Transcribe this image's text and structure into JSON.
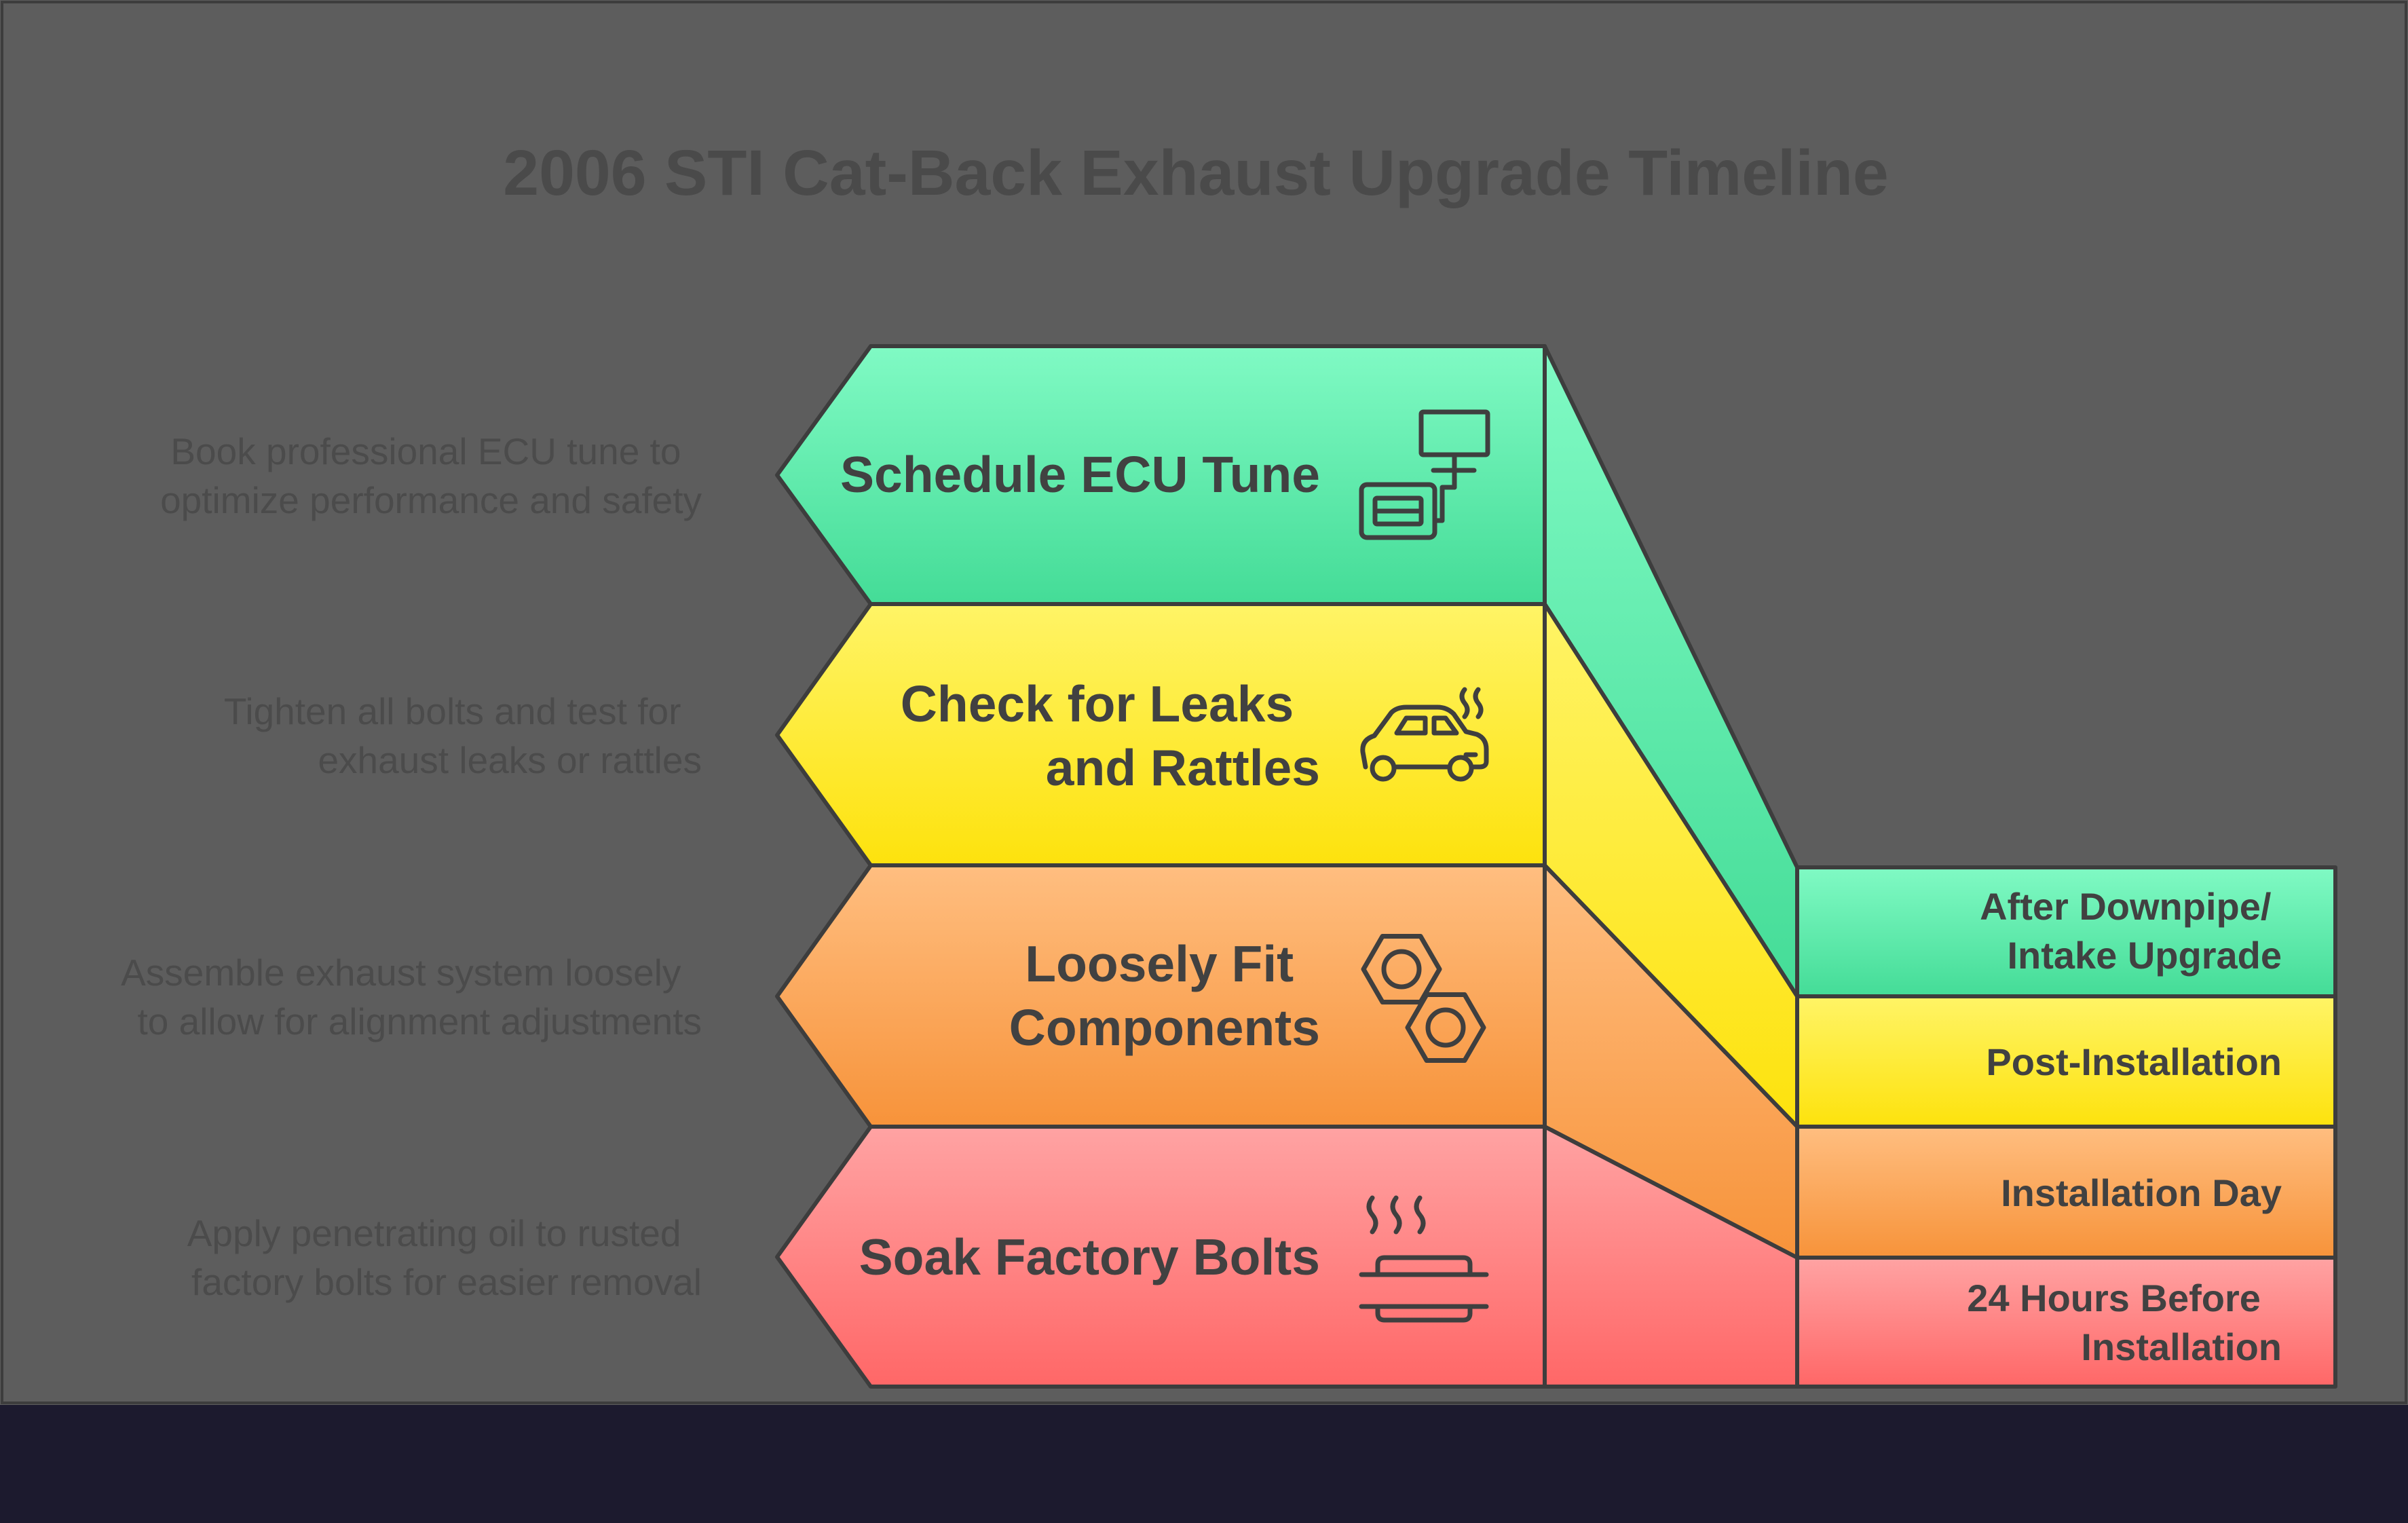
{
  "title": "2006 STI Cat-Back Exhaust Upgrade Timeline",
  "colors": {
    "panel_background": "#5d5d5d",
    "footer_background": "#1c1a2e",
    "green_top": "#80fac4",
    "green_bottom": "#44dc97",
    "yellow_top": "#fff466",
    "yellow_bottom": "#fde20d",
    "orange_top": "#ffbe80",
    "orange_bottom": "#f7933a",
    "red_top": "#ffa3a3",
    "red_bottom": "#ff6767"
  },
  "steps": [
    {
      "title_lines": [
        "Schedule ECU Tune"
      ],
      "description_lines": [
        "Book professional ECU tune to ",
        "optimize performance and safety"
      ],
      "timing_lines": [
        "After Downpipe/",
        "Intake Upgrade"
      ],
      "icon": "ecu-tuning-computer-icon",
      "color": "green"
    },
    {
      "title_lines": [
        "Check for Leaks",
        "and Rattles"
      ],
      "description_lines": [
        "Tighten all bolts and test for ",
        "exhaust leaks or rattles"
      ],
      "timing_lines": [
        "Post-Installation"
      ],
      "icon": "car-exhaust-smoke-icon",
      "color": "yellow"
    },
    {
      "title_lines": [
        "Loosely Fit",
        "Components"
      ],
      "description_lines": [
        "Assemble exhaust system loosely ",
        "to allow for alignment adjustments"
      ],
      "timing_lines": [
        "Installation Day"
      ],
      "icon": "hex-nuts-icon",
      "color": "orange"
    },
    {
      "title_lines": [
        "Soak Factory Bolts"
      ],
      "description_lines": [
        "Apply penetrating oil to rusted ",
        "factory bolts for easier removal"
      ],
      "timing_lines": [
        "24 Hours Before ",
        "Installation"
      ],
      "icon": "soaking-bath-icon",
      "color": "red"
    }
  ]
}
